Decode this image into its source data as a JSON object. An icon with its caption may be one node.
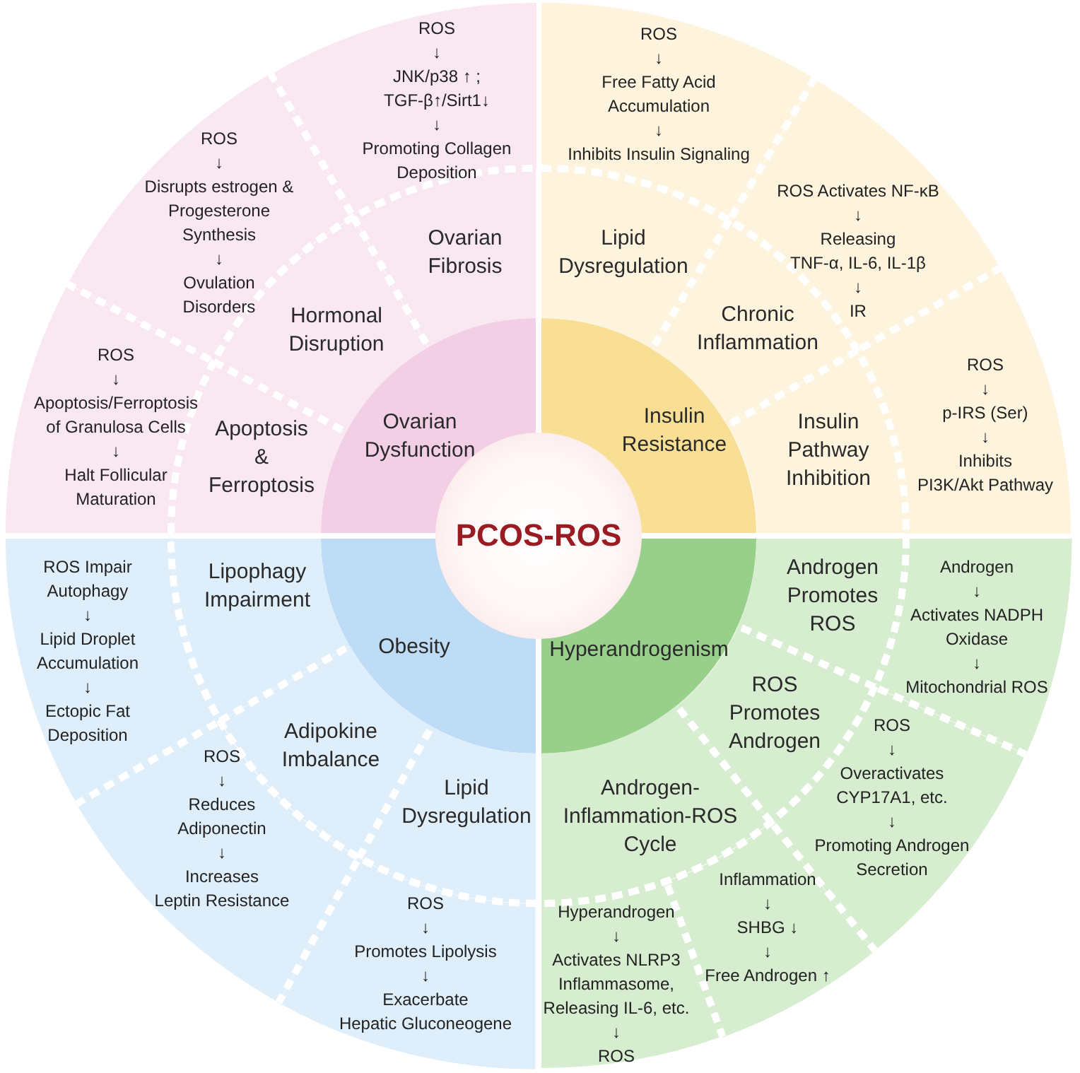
{
  "diagram": {
    "nodes": [
      {
        "text": [
          "PCOS-ROS"
        ]
      },
      {
        "text": [
          "Ovarian Dysfunction"
        ]
      },
      {
        "text": [
          "Apoptosis & Ferroptosis"
        ]
      },
      {
        "text": [
          "Hormonal Disruption"
        ]
      },
      {
        "text": [
          "Ovarian Fibrosis"
        ]
      },
      {
        "text": [
          "ROS",
          "↓",
          "Apoptosis/Ferroptosis of Granulosa Cells",
          "↓",
          "Halt Follicular Maturation"
        ]
      },
      {
        "text": [
          "ROS",
          "↓",
          "Disrupts estrogen & Progesterone Synthesis",
          "↓",
          "Ovulation Disorders"
        ]
      },
      {
        "text": [
          "ROS",
          "↓",
          "JNK/p38 ↑ ; TGF-β↑/Sirt1↓",
          "↓",
          "Promoting Collagen Deposition"
        ]
      },
      {
        "text": [
          "Insulin Resistance"
        ]
      },
      {
        "text": [
          "Lipid Dysregulation"
        ]
      },
      {
        "text": [
          "Chronic Inflammation"
        ]
      },
      {
        "text": [
          "Insulin Pathway Inhibition"
        ]
      },
      {
        "text": [
          "ROS",
          "↓",
          "Free Fatty Acid Accumulation",
          "↓",
          "Inhibits Insulin Signaling"
        ]
      },
      {
        "text": [
          "ROS Activates NF-κB",
          "↓",
          "Releasing TNF-α, IL-6, IL-1β",
          "↓",
          "IR"
        ]
      },
      {
        "text": [
          "ROS",
          "↓",
          "p-IRS (Ser)",
          "↓",
          "Inhibits PI3K/Akt Pathway"
        ]
      },
      {
        "text": [
          "Obesity"
        ]
      },
      {
        "text": [
          "Lipophagy Impairment"
        ]
      },
      {
        "text": [
          "Adipokine Imbalance"
        ]
      },
      {
        "text": [
          "Lipid Dysregulation"
        ]
      },
      {
        "text": [
          "ROS Impair Autophagy",
          "↓",
          "Lipid Droplet Accumulation",
          "↓",
          "Ectopic Fat Deposition"
        ]
      },
      {
        "text": [
          "ROS",
          "↓",
          "Reduces Adiponectin",
          "↓",
          "Increases Leptin Resistance"
        ]
      },
      {
        "text": [
          "ROS",
          "↓",
          "Promotes Lipolysis",
          "↓",
          "Exacerbate Hepatic Gluconeogene"
        ]
      },
      {
        "text": [
          "Hyperandrogenism"
        ]
      },
      {
        "text": [
          "Androgen Promotes ROS"
        ]
      },
      {
        "text": [
          "ROS Promotes Androgen"
        ]
      },
      {
        "text": [
          "Androgen-Inflammation-ROS Cycle"
        ]
      },
      {
        "text": [
          "Androgen",
          "↓",
          "Activates NADPH Oxidase",
          "↓",
          "Mitochondrial ROS"
        ]
      },
      {
        "text": [
          "ROS",
          "↓",
          "Overactivates CYP17A1, etc.",
          "↓",
          "Promoting Androgen Secretion"
        ]
      },
      {
        "text": [
          "Inflammation",
          "↓",
          "SHBG ↓",
          "↓",
          "Free Androgen ↑"
        ]
      },
      {
        "text": [
          "Hyperandrogen",
          "↓",
          "Activates NLRP3 Inflammasome, Releasing IL-6, etc.",
          "↓",
          "ROS"
        ]
      }
    ]
  }
}
